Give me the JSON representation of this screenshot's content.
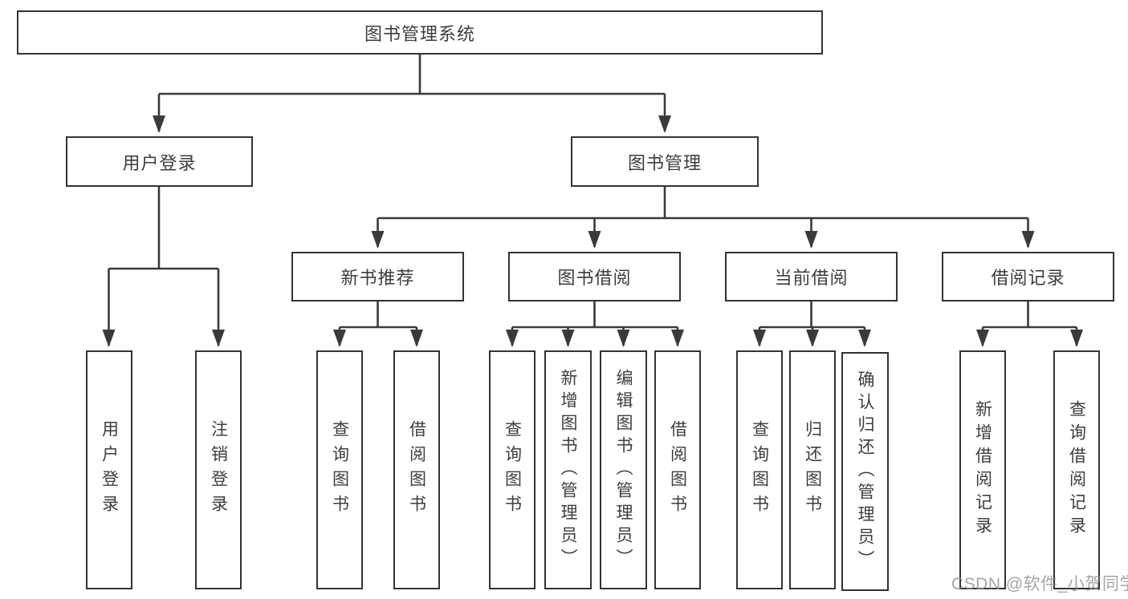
{
  "diagram": {
    "title": "图书管理系统",
    "root": {
      "label": "图书管理系统"
    },
    "branches": [
      {
        "label": "用户登录",
        "children": [
          {
            "label": "用户登录"
          },
          {
            "label": "注销登录"
          }
        ]
      },
      {
        "label": "图书管理",
        "children": [
          {
            "label": "新书推荐",
            "children": [
              {
                "label": "查询图书"
              },
              {
                "label": "借阅图书"
              }
            ]
          },
          {
            "label": "图书借阅",
            "children": [
              {
                "label": "查询图书"
              },
              {
                "label": "新增图书（管理员）"
              },
              {
                "label": "编辑图书（管理员）"
              },
              {
                "label": "借阅图书"
              }
            ]
          },
          {
            "label": "当前借阅",
            "children": [
              {
                "label": "查询图书"
              },
              {
                "label": "归还图书"
              },
              {
                "label": "确认归还（管理员）"
              }
            ]
          },
          {
            "label": "借阅记录",
            "children": [
              {
                "label": "新增借阅记录"
              },
              {
                "label": "查询借阅记录"
              }
            ]
          }
        ]
      }
    ],
    "line_color": "#3a3a3a",
    "border_color": "#333333",
    "text_color": "#3d3d3d"
  },
  "watermark": {
    "text": "CSDN @软件_小贺同学"
  }
}
